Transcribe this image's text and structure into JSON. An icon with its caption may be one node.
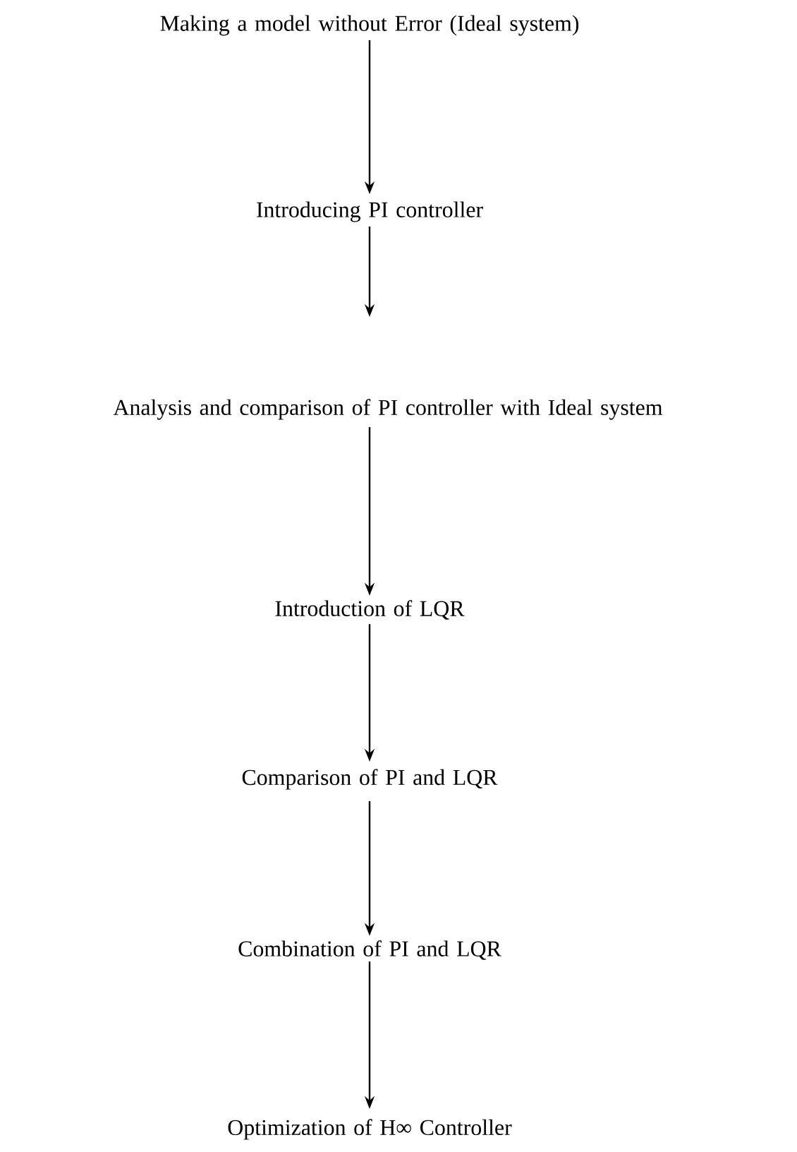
{
  "diagram": {
    "nodes": [
      {
        "text": [
          "Making a model without Error (Ideal system)"
        ]
      },
      {
        "text": [
          "Introducing PI controller"
        ]
      },
      {
        "text": [
          "Analysis and comparison of PI controller with Ideal system"
        ]
      },
      {
        "text": [
          "Introduction of LQR"
        ]
      },
      {
        "text": [
          "Comparison of PI and LQR"
        ]
      },
      {
        "text": [
          "Combination of PI and LQR"
        ]
      },
      {
        "text": [
          "Optimization of H∞ Controller"
        ]
      }
    ],
    "edges": [
      {
        "from": 0,
        "to": 1,
        "arrow": "to"
      },
      {
        "from": 1,
        "to": 2,
        "arrow": "to"
      },
      {
        "from": 2,
        "to": 3,
        "arrow": "to"
      },
      {
        "from": 3,
        "to": 4,
        "arrow": "to"
      },
      {
        "from": 4,
        "to": 5,
        "arrow": "to"
      },
      {
        "from": 5,
        "to": 6,
        "arrow": "to"
      }
    ]
  }
}
